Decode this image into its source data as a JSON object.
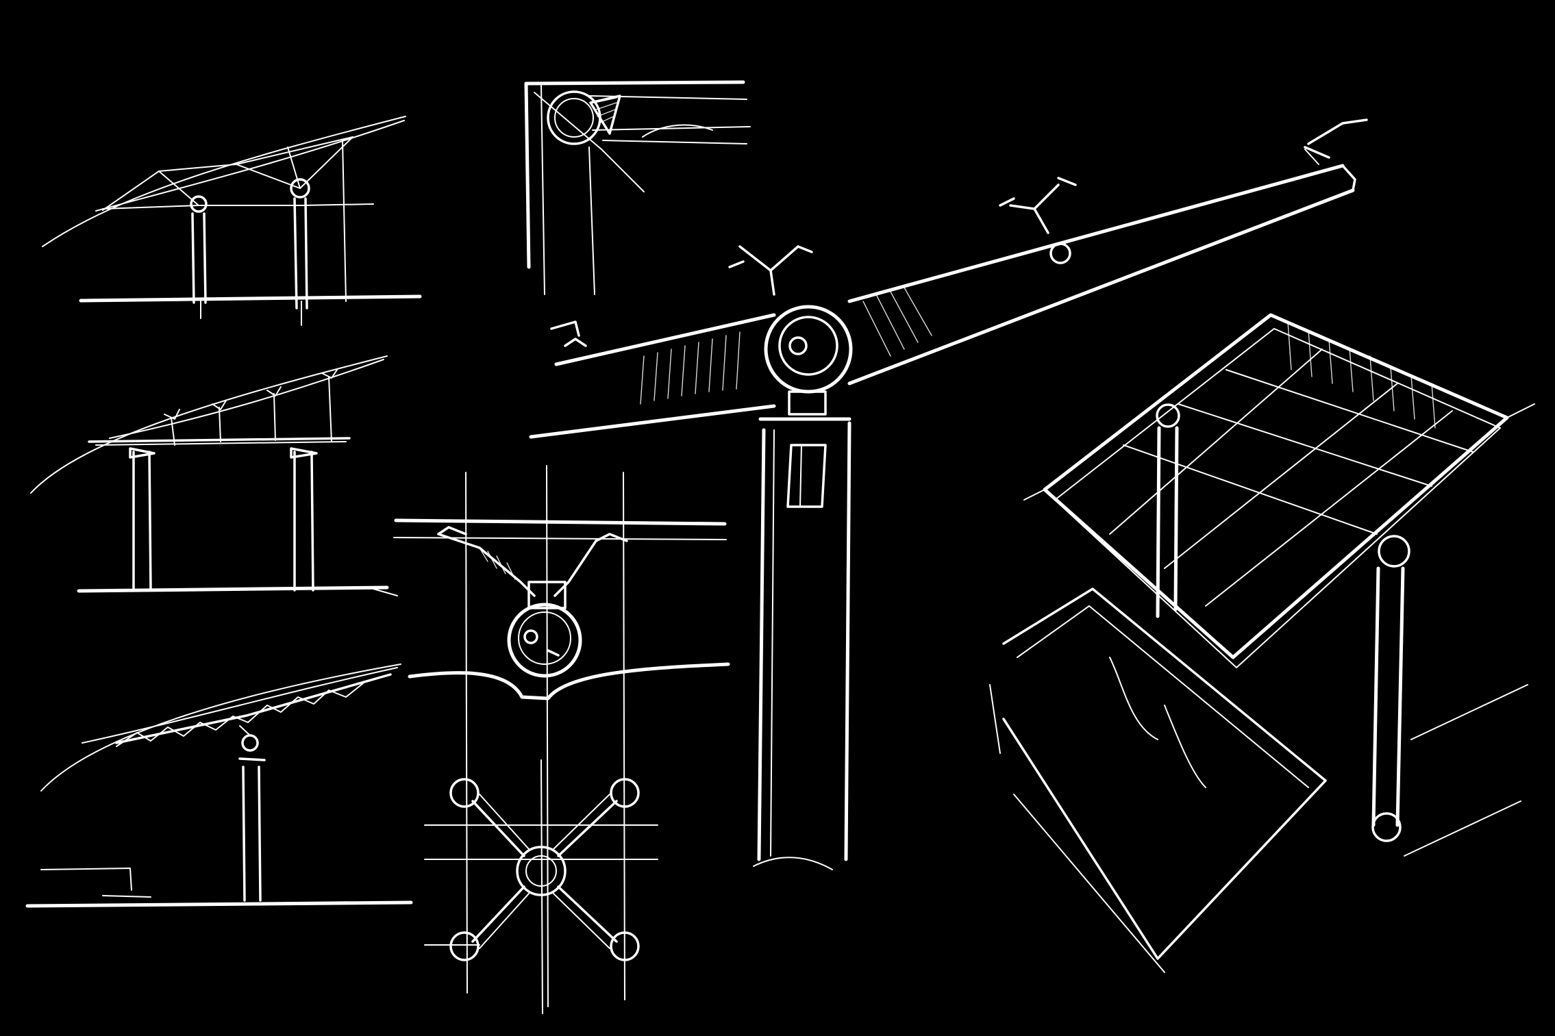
{
  "sheet": {
    "background": "#000000",
    "ink": "#ffffff",
    "sketches": [
      "canopy-elevation-1",
      "canopy-elevation-2",
      "canopy-elevation-3",
      "corner-node-detail",
      "hanging-node-section",
      "spider-fitting-plan",
      "cantilever-beam-elevation",
      "canopy-axonometric"
    ]
  }
}
